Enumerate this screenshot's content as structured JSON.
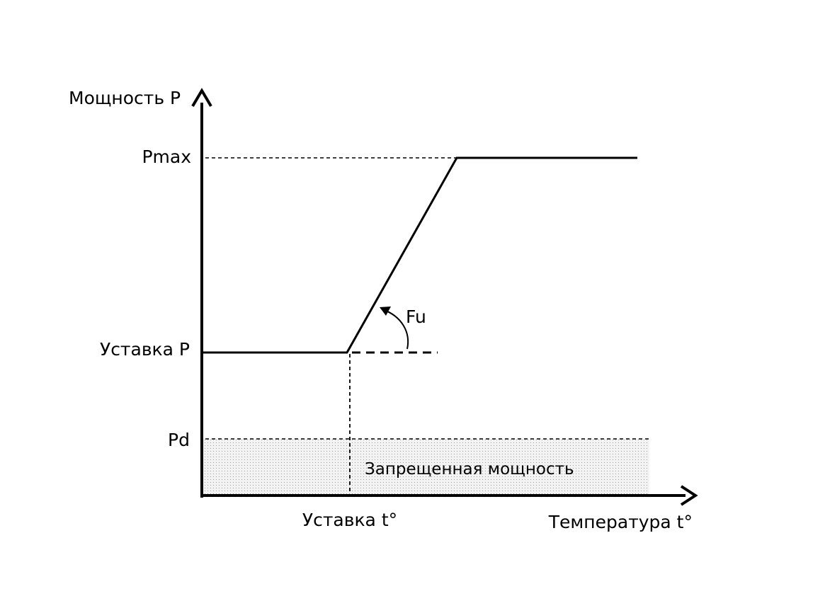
{
  "labels": {
    "y_axis": "Мощность P",
    "x_axis": "Температура t°",
    "pmax": "Pmax",
    "setpoint_p": "Уставка P",
    "pd": "Pd",
    "setpoint_t": "Уставка t°",
    "slope": "Fu",
    "forbidden_zone": "Запрещенная мощность"
  },
  "colors": {
    "line": "#000000",
    "forbidden_fill": "#ececec"
  }
}
